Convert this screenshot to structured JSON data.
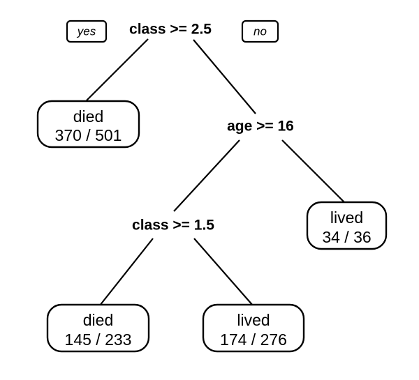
{
  "diagram": {
    "type": "decision-tree",
    "background_color": "#ffffff",
    "line_color": "#000000",
    "branch_flags": {
      "yes_label": "yes",
      "no_label": "no"
    },
    "split_nodes": [
      {
        "id": "root",
        "label": "class >= 2.5"
      },
      {
        "id": "age",
        "label": "age >= 16"
      },
      {
        "id": "class15",
        "label": "class >= 1.5"
      }
    ],
    "leaf_nodes": [
      {
        "id": "leaf-died-370",
        "outcome": "died",
        "counts": "370 / 501"
      },
      {
        "id": "leaf-lived-34",
        "outcome": "lived",
        "counts": "34 / 36"
      },
      {
        "id": "leaf-died-145",
        "outcome": "died",
        "counts": "145 / 233"
      },
      {
        "id": "leaf-lived-174",
        "outcome": "lived",
        "counts": "174 / 276"
      }
    ]
  },
  "chart_data": {
    "type": "tree",
    "title": "",
    "nodes": [
      {
        "id": "root",
        "kind": "split",
        "label": "class >= 2.5",
        "yes_child": "leaf-died-370",
        "no_child": "age"
      },
      {
        "id": "leaf-died-370",
        "kind": "leaf",
        "label": "died",
        "value": "370 / 501",
        "correct": 370,
        "total": 501
      },
      {
        "id": "age",
        "kind": "split",
        "label": "age >= 16",
        "yes_child": "class15",
        "no_child": "leaf-lived-34"
      },
      {
        "id": "class15",
        "kind": "split",
        "label": "class >= 1.5",
        "yes_child": "leaf-died-145",
        "no_child": "leaf-lived-174"
      },
      {
        "id": "leaf-died-145",
        "kind": "leaf",
        "label": "died",
        "value": "145 / 233",
        "correct": 145,
        "total": 233
      },
      {
        "id": "leaf-lived-174",
        "kind": "leaf",
        "label": "lived",
        "value": "174 / 276",
        "correct": 174,
        "total": 276
      },
      {
        "id": "leaf-lived-34",
        "kind": "leaf",
        "label": "lived",
        "value": "34 / 36",
        "correct": 34,
        "total": 36
      }
    ],
    "legend": [
      "yes",
      "no"
    ]
  }
}
